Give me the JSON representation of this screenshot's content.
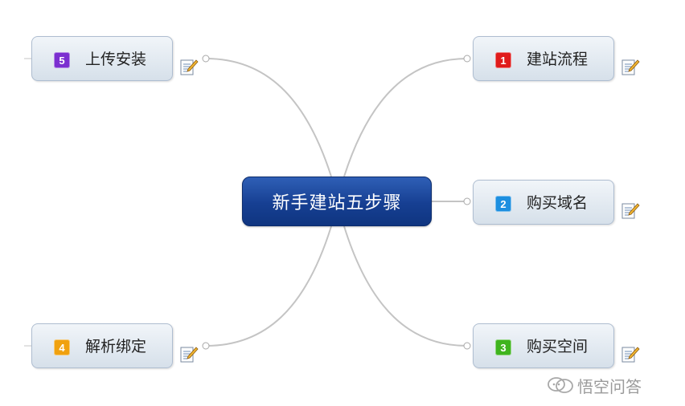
{
  "center": {
    "label": "新手建站五步骤"
  },
  "nodes": [
    {
      "badge": "5",
      "label": "上传安装",
      "badge_color": "#7b2fd0"
    },
    {
      "badge": "1",
      "label": "建站流程",
      "badge_color": "#e01b1b"
    },
    {
      "badge": "2",
      "label": "购买域名",
      "badge_color": "#1d8fe0"
    },
    {
      "badge": "4",
      "label": "解析绑定",
      "badge_color": "#f0a10f"
    },
    {
      "badge": "3",
      "label": "购买空间",
      "badge_color": "#3fb41e"
    }
  ],
  "colors": {
    "connector": "#c4c4c4",
    "center_fill": "#163f92",
    "node_fill": "#dce5ee"
  },
  "icons": {
    "note": "note-pencil-icon",
    "watermark_logo": "chat-bubbles-icon"
  },
  "watermark": {
    "text": "悟空问答"
  }
}
